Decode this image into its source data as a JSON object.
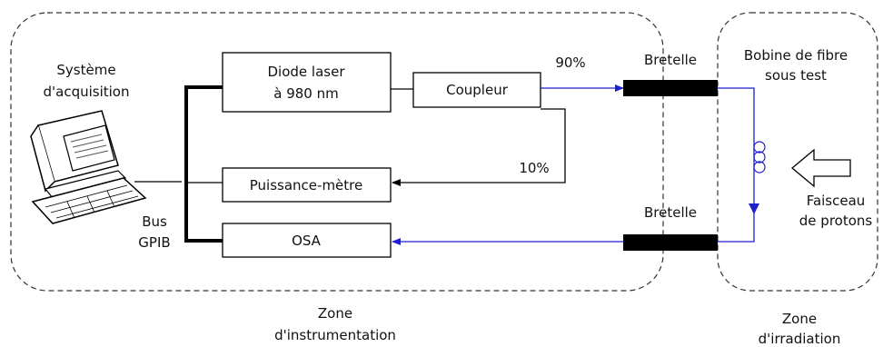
{
  "zones": {
    "instrumentation": [
      "Zone",
      "d'instrumentation"
    ],
    "irradiation": [
      "Zone",
      "d'irradiation"
    ]
  },
  "components": {
    "acquisition": [
      "Système",
      "d'acquisition"
    ],
    "diode_laser": [
      "Diode laser",
      "à 980 nm"
    ],
    "coupleur": "Coupleur",
    "puissance_metre": "Puissance-mètre",
    "osa": "OSA",
    "bus": [
      "Bus",
      "GPIB"
    ],
    "bretelle_top": "Bretelle",
    "bretelle_bottom": "Bretelle",
    "bobine": [
      "Bobine de fibre",
      "sous test"
    ],
    "faisceau": [
      "Faisceau",
      "de protons"
    ]
  },
  "ratios": {
    "out_90": "90%",
    "out_10": "10%"
  },
  "colors": {
    "optical_fiber": "#1f1fd0",
    "electrical": "#000000",
    "patch_cord": "#000000"
  }
}
